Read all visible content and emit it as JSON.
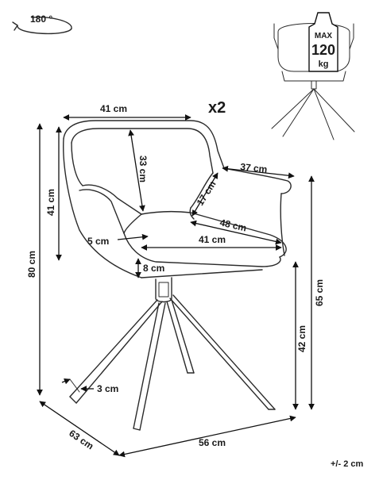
{
  "rotation": {
    "label": "180 °"
  },
  "quantity": {
    "label": "x2"
  },
  "max_load": {
    "line1": "MAX",
    "line2": "120",
    "line3": "kg"
  },
  "tolerance": {
    "label": "+/- 2 cm"
  },
  "dimensions": {
    "backrest_width": "41 cm",
    "backrest_height": "33 cm",
    "back_height": "41 cm",
    "total_height": "80 cm",
    "armrest_length": "37 cm",
    "armrest_height": "17 cm",
    "seat_width_top": "48 cm",
    "seat_width": "41 cm",
    "seat_edge": "5 cm",
    "seat_thickness": "8 cm",
    "armrest_floor_height": "65 cm",
    "seat_height": "42 cm",
    "leg_thickness": "3 cm",
    "depth": "63 cm",
    "width": "56 cm"
  }
}
